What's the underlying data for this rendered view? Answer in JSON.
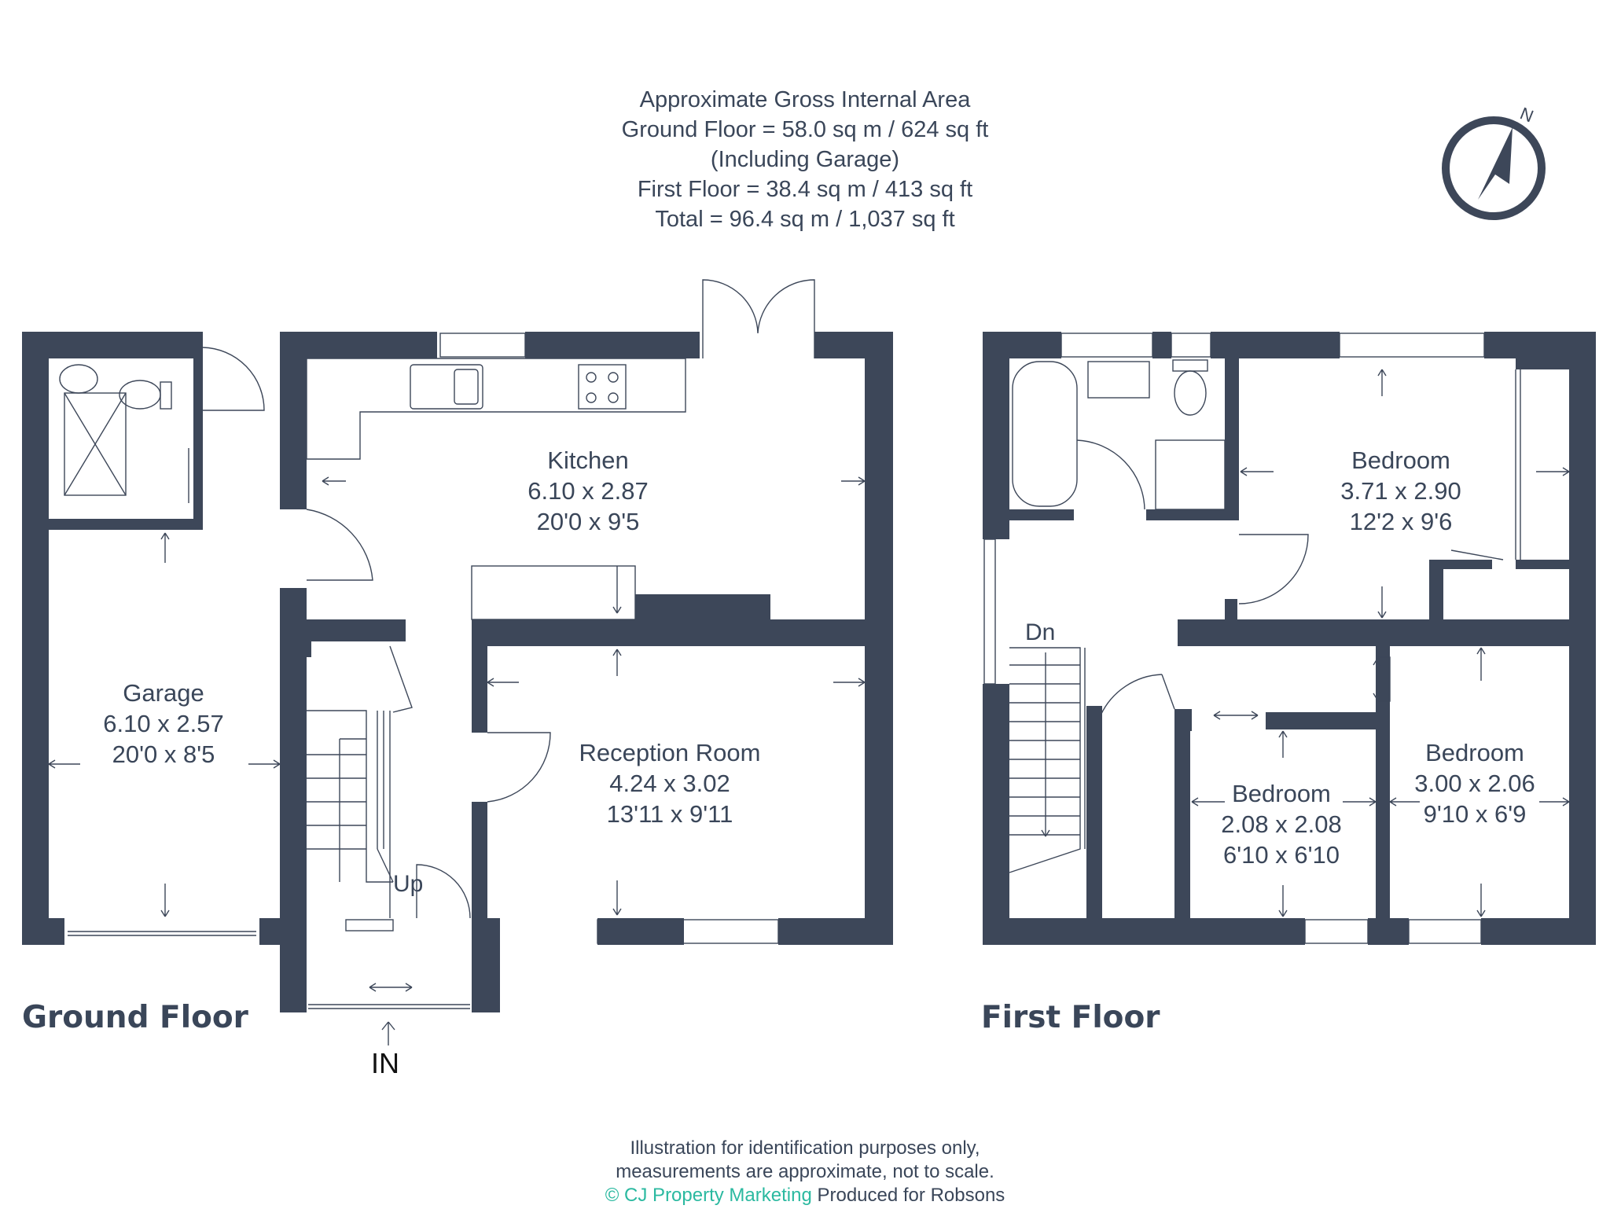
{
  "header": {
    "lines": [
      "Approximate Gross Internal Area",
      "Ground Floor = 58.0 sq m / 624 sq ft",
      "(Including Garage)",
      "First Floor = 38.4 sq m / 413 sq ft",
      "Total = 96.4 sq m / 1,037 sq ft"
    ]
  },
  "compass": {
    "label": "N",
    "icon": "north-compass-icon"
  },
  "ground_floor": {
    "title": "Ground Floor",
    "rooms": {
      "kitchen": {
        "name": "Kitchen",
        "metric": "6.10 x 2.87",
        "imperial": "20'0 x 9'5"
      },
      "garage": {
        "name": "Garage",
        "metric": "6.10 x 2.57",
        "imperial": "20'0 x 8'5"
      },
      "reception": {
        "name": "Reception Room",
        "metric": "4.24 x 3.02",
        "imperial": "13'11 x 9'11"
      }
    },
    "stairs_label": "Up",
    "entrance_label": "IN"
  },
  "first_floor": {
    "title": "First Floor",
    "rooms": {
      "bedroom1": {
        "name": "Bedroom",
        "metric": "3.71 x 2.90",
        "imperial": "12'2 x 9'6"
      },
      "bedroom2": {
        "name": "Bedroom",
        "metric": "2.08 x 2.08",
        "imperial": "6'10 x 6'10"
      },
      "bedroom3": {
        "name": "Bedroom",
        "metric": "3.00 x 2.06",
        "imperial": "9'10 x 6'9"
      }
    },
    "stairs_label": "Dn"
  },
  "footer": {
    "line1": "Illustration for identification purposes only,",
    "line2": "measurements are approximate, not to scale.",
    "brand": "© CJ Property Marketing",
    "produced": "Produced for Robsons"
  },
  "colors": {
    "wall": "#3d4759",
    "text": "#3a4659",
    "brand": "#2bb9a0"
  }
}
